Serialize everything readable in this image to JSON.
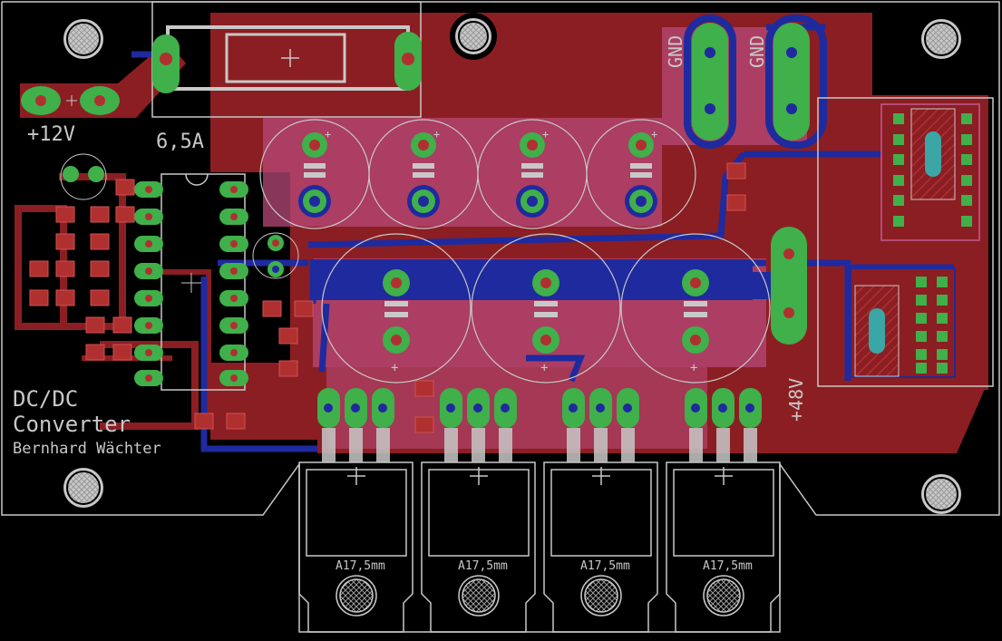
{
  "colors": {
    "background": "#000000",
    "top_copper": "#8b1e22",
    "bottom_copper": "#1f2a9e",
    "silkscreen": "#c8c8c8",
    "pad": "#3fb04a",
    "drill": "#c0c0c0",
    "overlap": "#b64a78"
  },
  "labels": {
    "supply_in": "+12V",
    "fuse_rating": "6,5A",
    "gnd_1": "GND",
    "gnd_2": "GND",
    "supply_out": "+48V",
    "title_line1": "DC/DC",
    "title_line2": "Converter",
    "author": "Bernhard Wächter",
    "heatsink_1": "A17,5mm",
    "heatsink_2": "A17,5mm",
    "heatsink_3": "A17,5mm",
    "heatsink_4": "A17,5mm"
  }
}
